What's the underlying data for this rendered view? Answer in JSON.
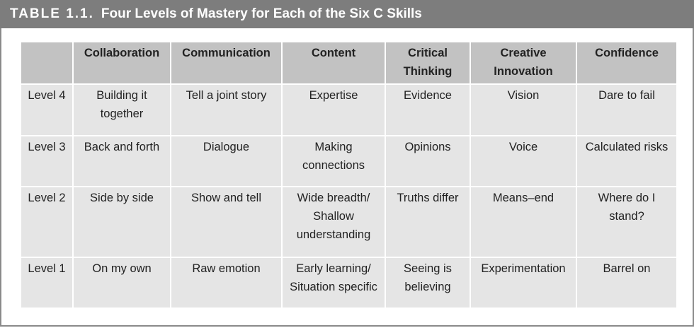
{
  "table": {
    "label": "TABLE 1.1.",
    "title": "Four Levels of Mastery for Each of the Six C Skills",
    "corner": "",
    "headers": [
      "Collaboration",
      "Communication",
      "Content",
      "Critical Thinking",
      "Creative Innovation",
      "Confidence"
    ],
    "rows": [
      {
        "level": "Level 4",
        "cells": [
          "Building it together",
          "Tell a joint story",
          "Expertise",
          "Evidence",
          "Vision",
          "Dare to fail"
        ]
      },
      {
        "level": "Level 3",
        "cells": [
          "Back and forth",
          "Dialogue",
          "Making connections",
          "Opinions",
          "Voice",
          "Calculated risks"
        ]
      },
      {
        "level": "Level 2",
        "cells": [
          "Side by side",
          "Show and tell",
          "Wide breadth/ Shallow understanding",
          "Truths differ",
          "Means–end",
          "Where do I stand?"
        ]
      },
      {
        "level": "Level 1",
        "cells": [
          "On my own",
          "Raw emotion",
          "Early learning/ Situation specific",
          "Seeing is believing",
          "Experimentation",
          "Barrel on"
        ]
      }
    ]
  },
  "colors": {
    "title_bar": "#7d7d7d",
    "header_cell": "#c2c2c2",
    "body_cell": "#e5e5e5",
    "frame": "#8a8a8a"
  }
}
